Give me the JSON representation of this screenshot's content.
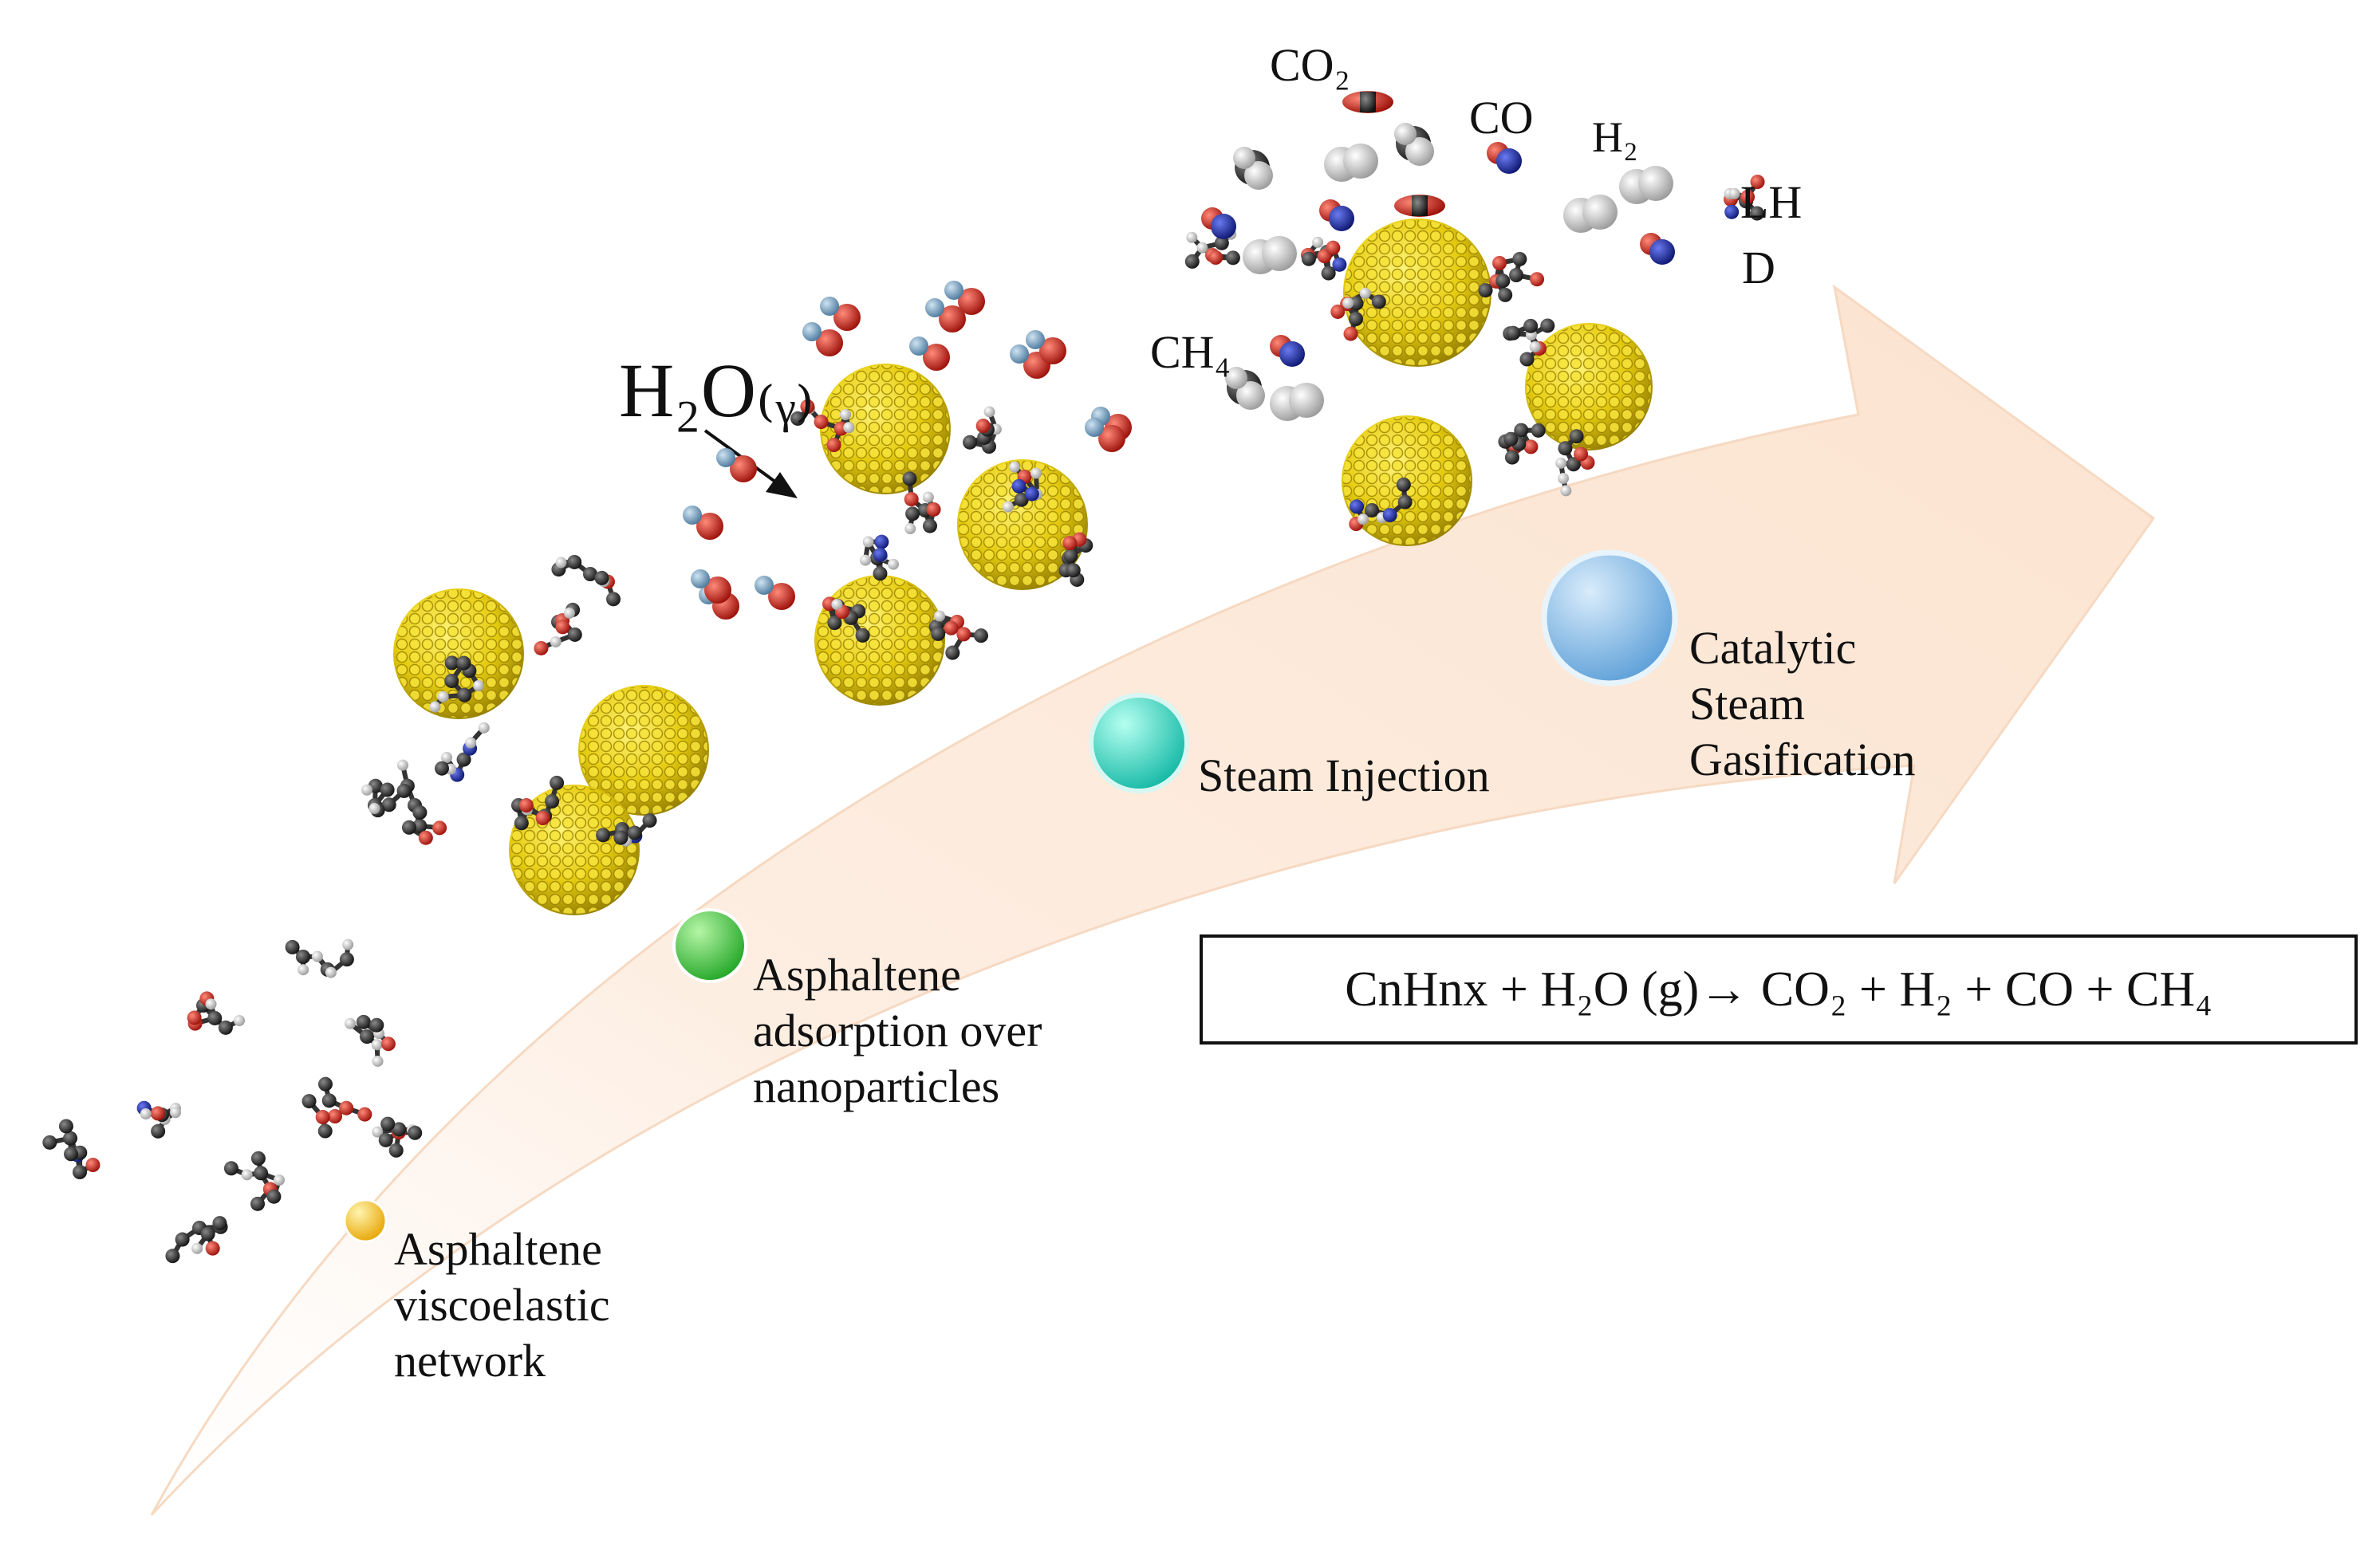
{
  "stages": [
    {
      "lines": [
        "Asphaltene",
        "viscoelastic",
        "network"
      ],
      "color": "#f5b71c"
    },
    {
      "lines": [
        "Asphaltene",
        "adsorption over",
        "nanoparticles"
      ],
      "color": "#37c83a"
    },
    {
      "lines": [
        "Steam Injection"
      ],
      "color": "#2fd4c0"
    },
    {
      "lines": [
        "Catalytic",
        "Steam",
        "Gasification"
      ],
      "color": "#7fb8e6"
    }
  ],
  "steam_label": "H₂O₍ᵧ₎",
  "gases": {
    "co2": "CO₂",
    "co": "CO",
    "h2": "H₂",
    "lhd_1": "LH",
    "lhd_2": "D",
    "ch4": "CH₄"
  },
  "equation": "CnHnx + H₂O (g)→ CO₂ + H₂ + CO + CH₄",
  "colors": {
    "arrow_fill": "#fde8d6",
    "nanoparticle": "#e8d020",
    "oxygen": "#d62a20",
    "hydrogen": "#f2f2f2",
    "carbon": "#2a2a2a",
    "nitrogen": "#1a2a9a",
    "water_h": "#7aa6c8"
  }
}
